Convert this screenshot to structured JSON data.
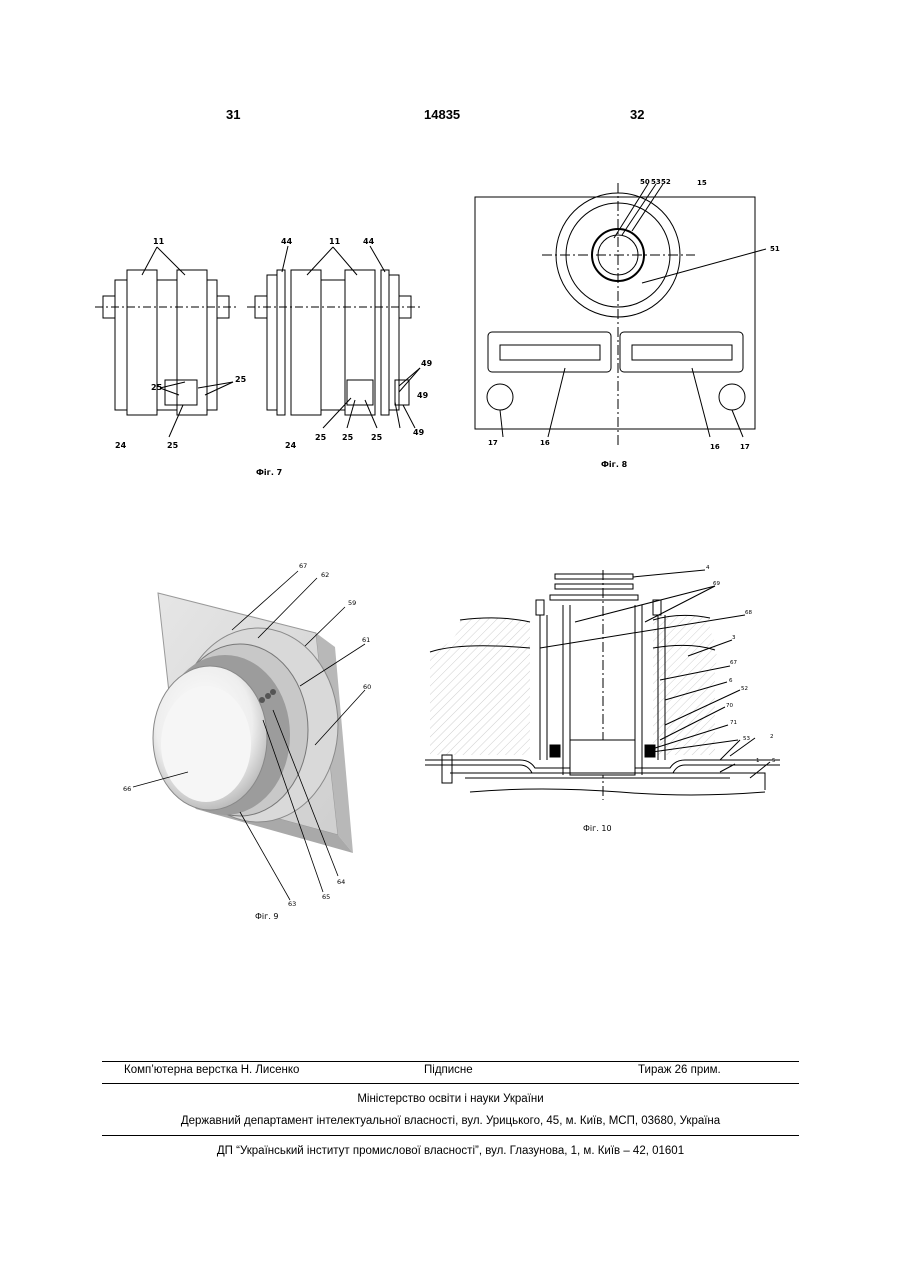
{
  "header": {
    "page_left": "31",
    "patent_number": "14835",
    "page_right": "32"
  },
  "fig7": {
    "caption": "Фіг. 7",
    "labels": [
      "11",
      "11",
      "44",
      "44",
      "25",
      "25",
      "25",
      "24",
      "24",
      "25",
      "25",
      "25",
      "49",
      "49",
      "49"
    ]
  },
  "fig8": {
    "caption": "Фіг. 8",
    "labels": [
      "50",
      "53",
      "52",
      "15",
      "51",
      "17",
      "16",
      "16",
      "17"
    ]
  },
  "fig9": {
    "caption": "Фіг. 9",
    "labels": [
      "67",
      "62",
      "59",
      "61",
      "60",
      "66",
      "64",
      "65",
      "63"
    ]
  },
  "fig10": {
    "caption": "Фіг. 10",
    "labels": [
      "4",
      "69",
      "68",
      "3",
      "67",
      "6",
      "52",
      "70",
      "71",
      "53",
      "2",
      "1",
      "5"
    ]
  },
  "footer": {
    "layout": "Комп’ютерна верстка Н. Лисенко",
    "signed": "Підписне",
    "circulation": "Тираж 26 прим.",
    "ministry": "Міністерство освіти і науки України",
    "department": "Державний департамент інтелектуальної власності, вул. Урицького, 45, м. Київ, МСП, 03680, Україна",
    "institute": "ДП “Український інститут промислової власності”, вул. Глазунова, 1, м. Київ – 42, 01601"
  }
}
